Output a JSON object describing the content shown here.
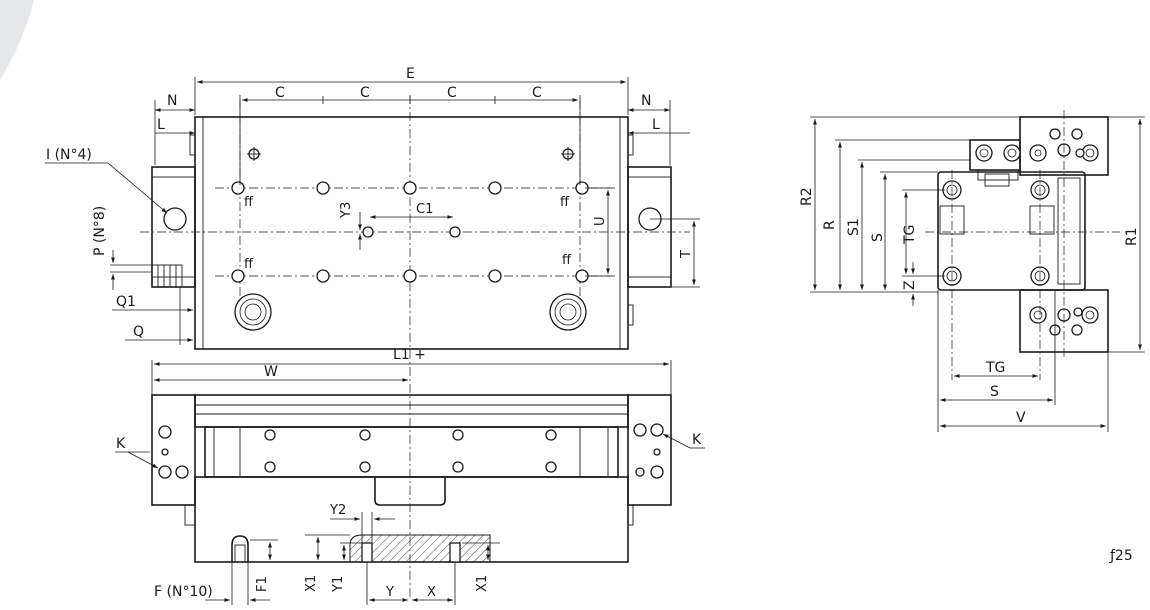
{
  "labels": {
    "E": "E",
    "C": "C",
    "N": "N",
    "L": "L",
    "I": "I (N°4)",
    "P": "P (N°8)",
    "ff": "ff",
    "Y3": "Y3",
    "C1": "C1",
    "U": "U",
    "T": "T",
    "Q1": "Q1",
    "Q": "Q",
    "L1": "L1 +",
    "W": "W",
    "K": "K",
    "Y2": "Y2",
    "F": "F (N°10)",
    "F1": "F1",
    "X1": "X1",
    "Y1": "Y1",
    "Y": "Y",
    "X": "X",
    "R2": "R2",
    "R": "R",
    "S1": "S1",
    "S": "S",
    "TG": "TG",
    "Z": "Z",
    "R1": "R1",
    "V": "V"
  },
  "code": "ƒ25"
}
